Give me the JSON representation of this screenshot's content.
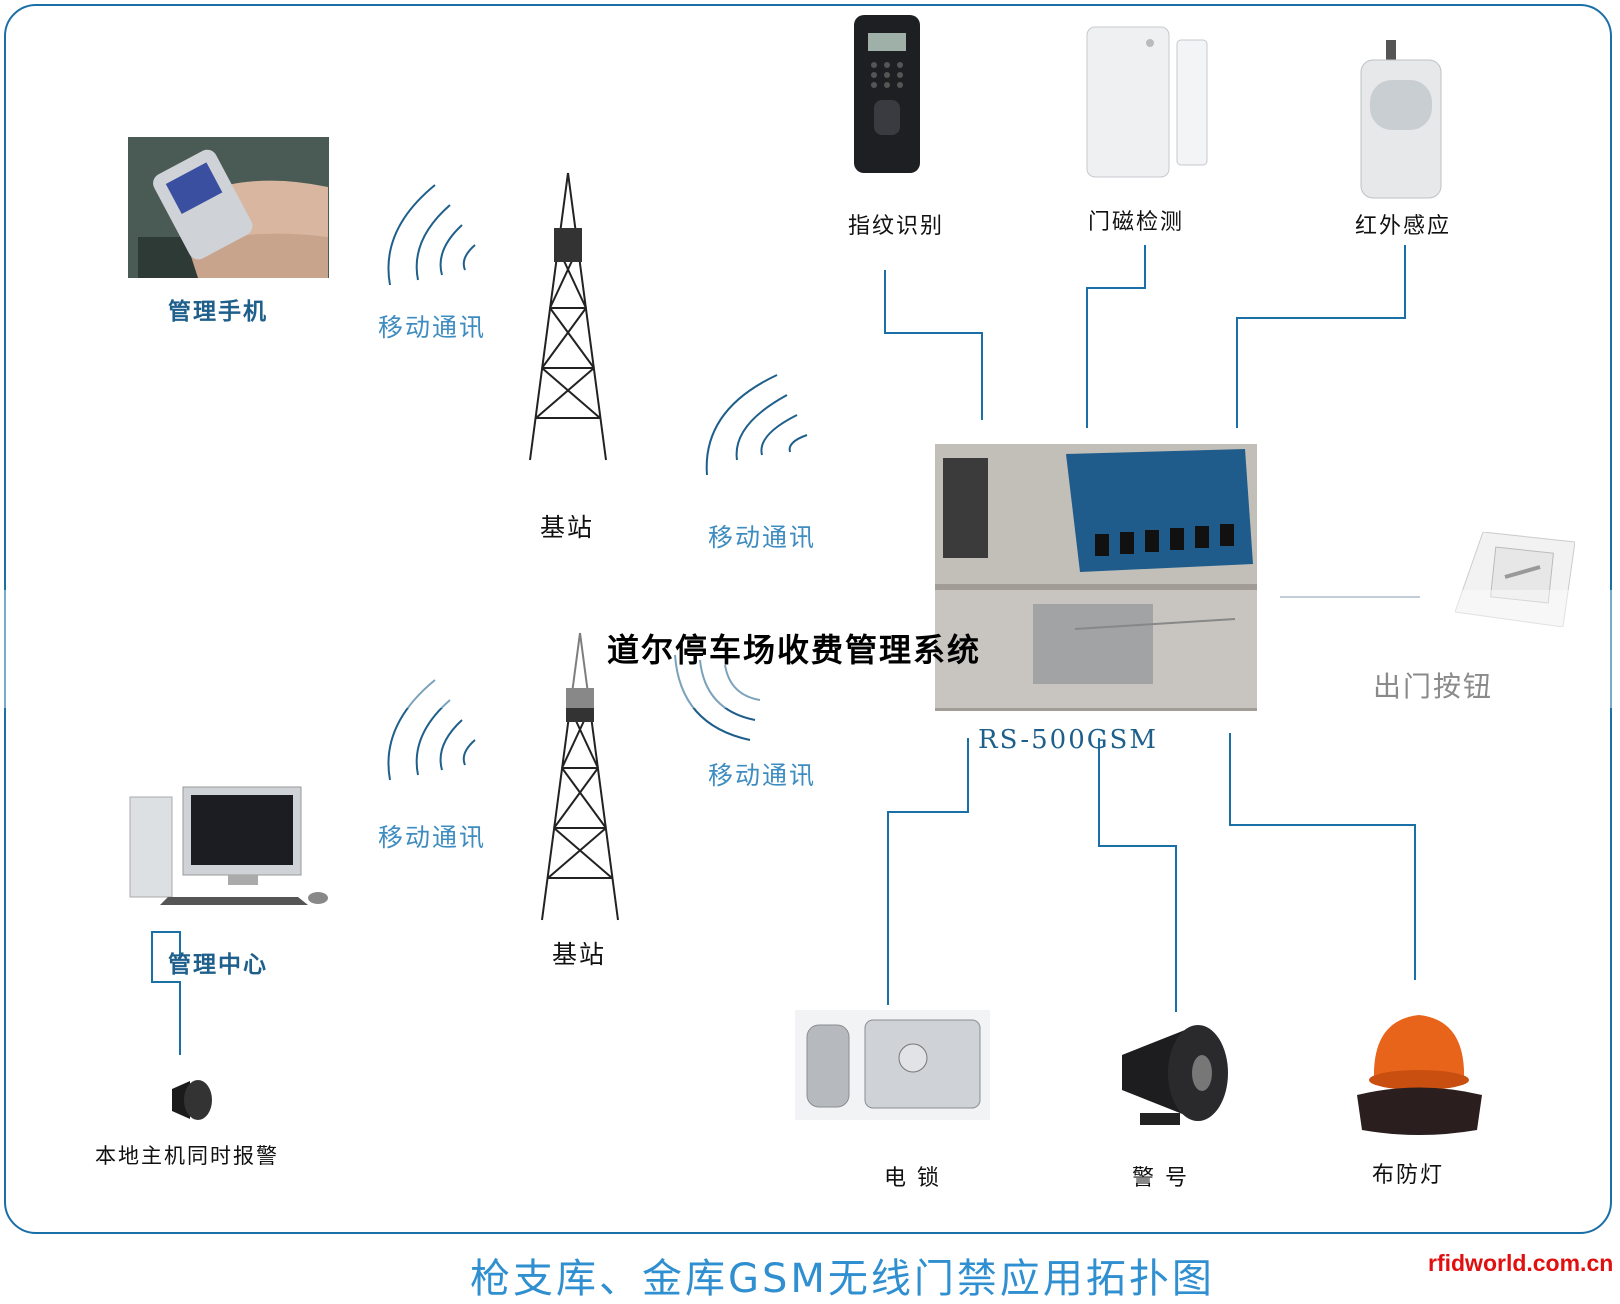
{
  "diagram": {
    "overlay_title": "道尔停车场收费管理系统",
    "bottom_title": "枪支库、金库GSM无线门禁应用拓扑图",
    "watermark": "rfidworld.com.cn",
    "controller_label": "RS-500GSM",
    "labels": {
      "phone": "管理手机",
      "comm_1": "移动通讯",
      "comm_2": "移动通讯",
      "comm_3": "移动通讯",
      "comm_4": "移动通讯",
      "base_station_1": "基站",
      "base_station_2": "基站",
      "center": "管理中心",
      "local_alarm": "本地主机同时报警",
      "fingerprint": "指纹识别",
      "door_magnet": "门磁检测",
      "infrared": "红外感应",
      "exit_button": "出门按钮",
      "lock": "电 锁",
      "siren": "警 号",
      "strobe": "布防灯"
    }
  }
}
